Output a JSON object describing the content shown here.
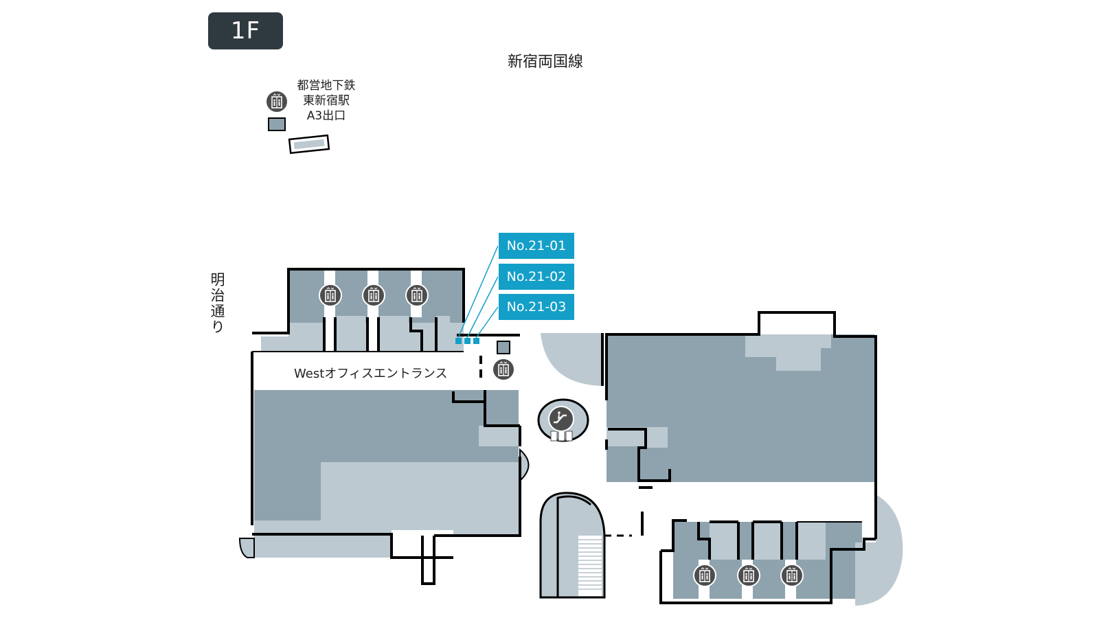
{
  "floor": {
    "label": "1F"
  },
  "labels": {
    "top_street": "新宿両国線",
    "side_street": "明治通り",
    "subway_line1": "都営地下鉄",
    "subway_line2": "東新宿駅",
    "subway_line3": "A3出口",
    "entrance": "Westオフィスエントランス"
  },
  "locations": [
    {
      "id": "No.21-01"
    },
    {
      "id": "No.21-02"
    },
    {
      "id": "No.21-03"
    }
  ],
  "icons": {
    "elevator": "elevator-icon",
    "escalator": "escalator-icon"
  },
  "colors": {
    "wall": "#000000",
    "tenant_dark": "#8ea3ae",
    "tenant_light": "#bcc9d1",
    "tag": "#149fc8",
    "badge": "#2f3a40",
    "icon": "#4d4d4d"
  }
}
